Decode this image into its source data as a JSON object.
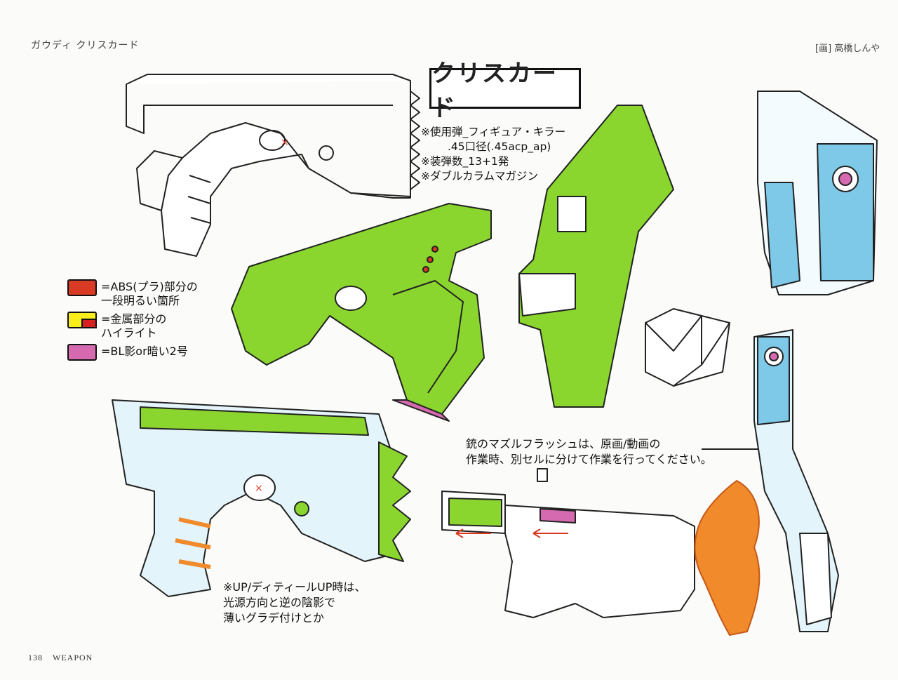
{
  "header": {
    "section_title": "ガウディ クリスカード",
    "artist_credit": "[画] 高橋しんや"
  },
  "title": "クリスカード",
  "specs": [
    "※使用弾_フィギュア・キラー",
    ".45口径(.45acp_ap)",
    "※装弾数_13+1発",
    "※ダブルカラムマガジン"
  ],
  "legend": [
    {
      "text_lines": [
        "=ABS(プラ)部分の",
        "一段明るい箇所"
      ],
      "color": "#d83a24"
    },
    {
      "text_lines": [
        "=金属部分の",
        "ハイライト"
      ],
      "color": "#f7ee1c",
      "inner_color": "#d82020"
    },
    {
      "text_lines": [
        "=BL影or暗い2号"
      ],
      "color": "#d66ab0"
    }
  ],
  "notes": {
    "muzzle_flash": [
      "銃のマズルフラッシュは、原画/動画の",
      "作業時、別セルに分けて作業を行ってください。"
    ],
    "detail_up": [
      "※UP/ディティールUP時は、",
      "光源方向と逆の陰影で",
      "薄いグラデ付けとか"
    ]
  },
  "footer": {
    "page_number": "138",
    "section": "WEAPON"
  },
  "colors": {
    "green": "#8ad62e",
    "blue": "#7ec8e8",
    "red": "#d83a24",
    "orange": "#f08a2a",
    "pink": "#d66ab0",
    "line": "#222222"
  }
}
